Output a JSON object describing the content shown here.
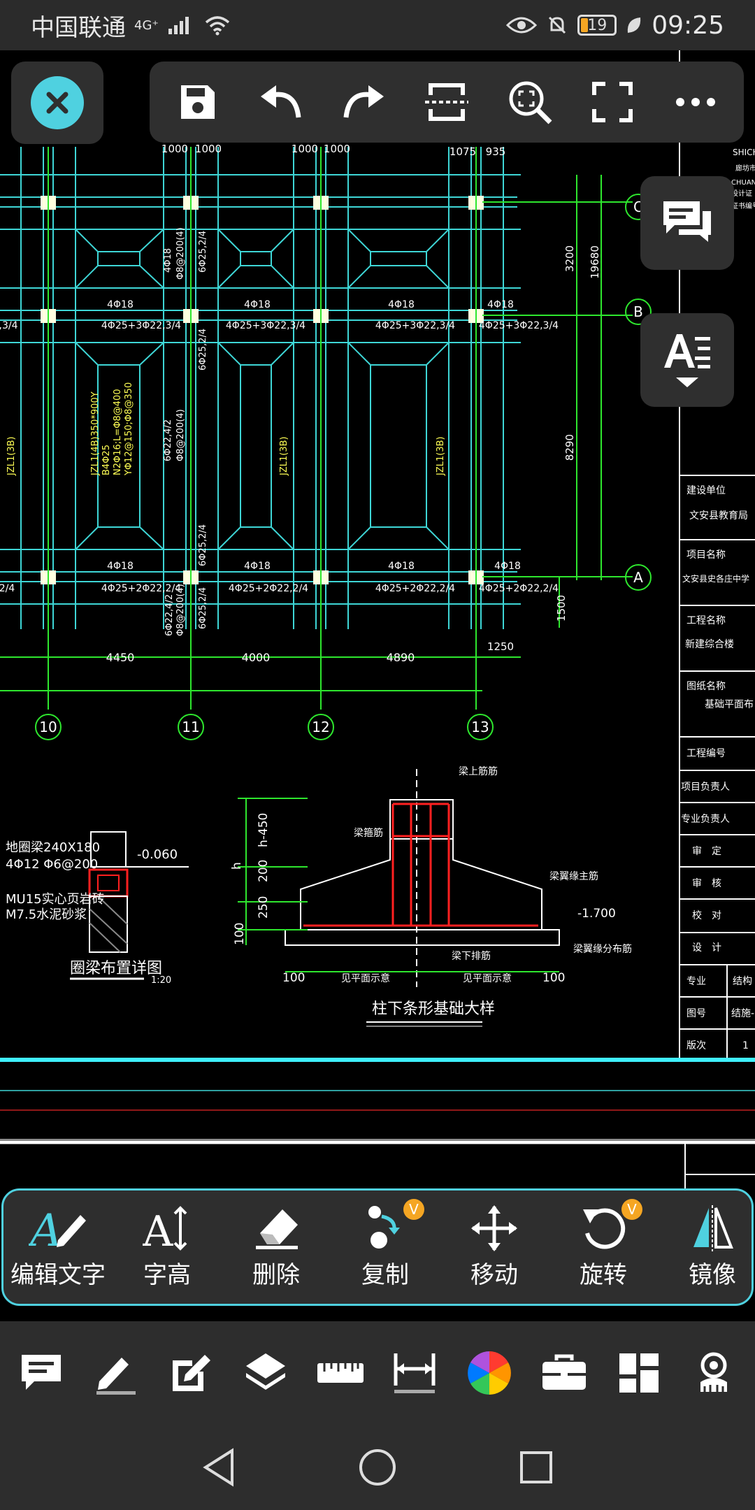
{
  "status_bar": {
    "carrier": "中国联通",
    "network": "4G⁺",
    "battery": "19",
    "time": "09:25",
    "icons": [
      "signal-icon",
      "wifi-icon",
      "eye-icon",
      "mute-bell-icon",
      "battery-icon",
      "leaf-icon"
    ]
  },
  "toolbar": {
    "buttons": [
      "save-icon",
      "undo-icon",
      "redo-icon",
      "section-icon",
      "zoom-extent-icon",
      "fullscreen-icon",
      "more-icon"
    ]
  },
  "drawing": {
    "axes_top": [
      "C",
      "B",
      "A"
    ],
    "axes_bottom": [
      "10",
      "11",
      "12",
      "13"
    ],
    "dims_bottom": [
      "4450",
      "4000",
      "4890",
      "1250",
      "1500"
    ],
    "dims_top": [
      "1000",
      "1000",
      "1000",
      "1000",
      "1075",
      "935"
    ],
    "dims_right": [
      "3200",
      "19680",
      "8290"
    ],
    "beam_labels_row1": [
      "4Φ18",
      "4Φ18",
      "4Φ18",
      "4Φ18"
    ],
    "beam_labels_row1b": [
      "4Φ25+3Φ22,3/4",
      "4Φ25+3Φ22,3/4",
      "4Φ25+3Φ22,3/4",
      "4Φ25+3Φ22,3/4",
      ",3/4"
    ],
    "beam_labels_row2": [
      "4Φ18",
      "4Φ18",
      "4Φ18",
      "4Φ18"
    ],
    "beam_labels_row2b": [
      "4Φ25+2Φ22,2/4",
      "4Φ25+2Φ22,2/4",
      "4Φ25+2Φ22,2/4",
      "4Φ25+2Φ22,2/4",
      "2/4"
    ],
    "vertical_labels": [
      "4Φ18",
      "Φ8@200(4)",
      "6Φ25,2/4",
      "6Φ25,2/4",
      "6Φ22,4/2",
      "Φ8@200(4)",
      "6Φ25,2/4",
      "6Φ22,4/2",
      "Φ8@200(4)",
      "6Φ25,2/4"
    ],
    "beam_tags": [
      "JZL1(3B)",
      "JZL1(3B)",
      "JZL1(3B)"
    ],
    "yellow_note": [
      "JZL1(4B)350*900Y",
      "B4Φ25",
      "N2Φ16;L=Φ8@400",
      "YΦ12@150;Φ8@350"
    ],
    "ring_beam": {
      "line1": "地圈梁240X180",
      "line2": "4Φ12  Φ6@200",
      "elev": "-0.060",
      "wall1": "MU15实心页岩砖",
      "wall2": "M7.5水泥砂浆",
      "title": "圈梁布置详图",
      "scale": "1:20"
    },
    "strip_detail": {
      "dims": [
        "h-450",
        "200",
        "250",
        "100",
        "h"
      ],
      "bottom_dims": [
        "100",
        "见平面示意",
        "见平面示意",
        "100"
      ],
      "labels": [
        "梁上筋筋",
        "梁箍筋",
        "梁翼缘主筋",
        "梁下排筋",
        "梁翼缘分布筋"
      ],
      "elev": "-1.700",
      "title": "柱下条形基础大样"
    },
    "title_block": {
      "top": [
        "SHICH",
        "廊坊市",
        "CHUANG",
        "设计证",
        "证书编号"
      ],
      "rows": [
        "建设单位",
        "文安县教育局",
        "项目名称",
        "文安县史各庄中学",
        "工程名称",
        "新建综合楼",
        "图纸名称",
        "基础平面布",
        "工程编号",
        "项目负责人",
        "专业负责人",
        "审　定",
        "审　核",
        "校　对",
        "设　计",
        "专业",
        "结构",
        "图号",
        "结施-",
        "版次",
        "1"
      ]
    }
  },
  "edit_toolbar": {
    "items": [
      {
        "label": "编辑文字",
        "icon": "edit-text-icon",
        "vip": false
      },
      {
        "label": "字高",
        "icon": "text-height-icon",
        "vip": false
      },
      {
        "label": "删除",
        "icon": "eraser-icon",
        "vip": false
      },
      {
        "label": "复制",
        "icon": "copy-icon",
        "vip": true
      },
      {
        "label": "移动",
        "icon": "move-icon",
        "vip": false
      },
      {
        "label": "旋转",
        "icon": "rotate-icon",
        "vip": true
      },
      {
        "label": "镜像",
        "icon": "mirror-icon",
        "vip": false
      }
    ],
    "vip_badge": "V"
  },
  "bottom_tools": [
    "comment-tool-icon",
    "pen-tool-icon",
    "edit-tool-icon",
    "layers-icon",
    "ruler-icon",
    "dimension-icon",
    "color-wheel-icon",
    "toolbox-icon",
    "grid-apps-icon",
    "cloud-user-icon"
  ],
  "nav": [
    "back-icon",
    "home-icon",
    "recent-icon"
  ],
  "colors": {
    "accent": "#4fd1e0",
    "badge": "#f5a623",
    "cad_cyan": "#3ed6d6",
    "cad_green": "#2ee62e",
    "cad_red": "#ff2020",
    "cad_yellow": "#ffff55"
  }
}
